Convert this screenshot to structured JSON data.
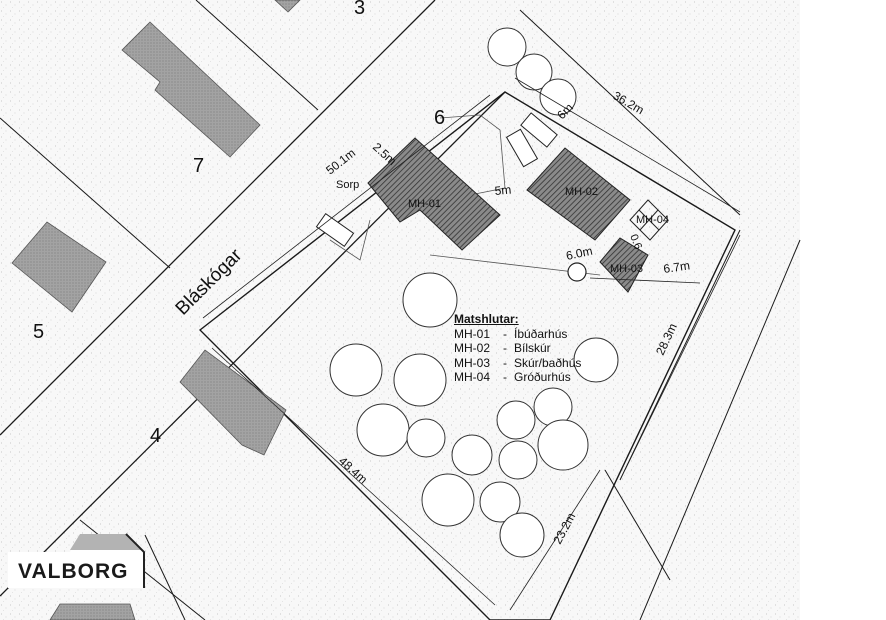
{
  "street_name": "Bláskógar",
  "lot_numbers": {
    "lot_3": "3",
    "lot_4": "4",
    "lot_5": "5",
    "lot_6": "6",
    "lot_7": "7"
  },
  "dimensions": {
    "front": "50.1m",
    "rear": "36.2m",
    "left_side": "48.4m",
    "right_side_upper": "28.3m",
    "right_side_lower": "23.2m",
    "setback_front": "2.5m",
    "setback_rear": "6m",
    "house_to_garage": "5m",
    "shed_offset": "6.0m",
    "shed_side": "6.7m",
    "shed_gap": "0.6"
  },
  "buildings": {
    "house": "MH-01",
    "garage": "MH-02",
    "shed": "MH-03",
    "greenhouse": "MH-04"
  },
  "sorp_label": "Sorp",
  "legend": {
    "title": "Matshlutar:",
    "dash": "-",
    "items": [
      {
        "code": "MH-01",
        "name": "Íbúðarhús"
      },
      {
        "code": "MH-02",
        "name": "Bílskúr"
      },
      {
        "code": "MH-03",
        "name": "Skúr/baðhús"
      },
      {
        "code": "MH-04",
        "name": "Gróðurhús"
      }
    ]
  },
  "logo_text": "VALBORG",
  "colors": {
    "building_fill": "#9a9a9a",
    "hatch": "#333333",
    "line": "#1a1a1a"
  }
}
